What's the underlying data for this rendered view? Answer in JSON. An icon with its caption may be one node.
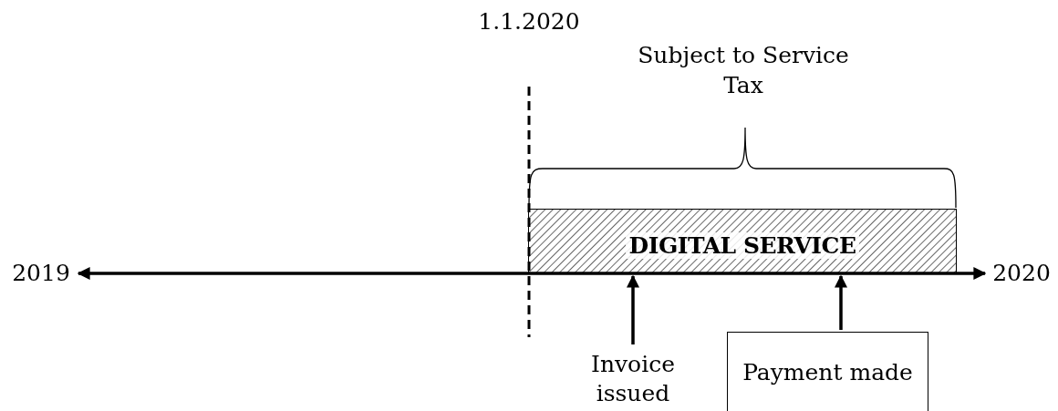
{
  "diagram": {
    "nodes": [
      {
        "text": [
          "2019"
        ]
      },
      {
        "text": [
          "2020"
        ]
      },
      {
        "text": [
          "DIGITAL SERVICE"
        ]
      },
      {
        "text": [
          "Invoice issued"
        ]
      },
      {
        "text": [
          "Payment made"
        ]
      }
    ],
    "edges": [
      {
        "from": 0,
        "to": 1,
        "arrow": "both"
      },
      {
        "from": 3,
        "to": 2,
        "arrow": "to"
      },
      {
        "from": 4,
        "to": 2,
        "arrow": "to"
      }
    ],
    "labels": [
      "1.1.2020",
      "Subject to Service Tax"
    ]
  }
}
